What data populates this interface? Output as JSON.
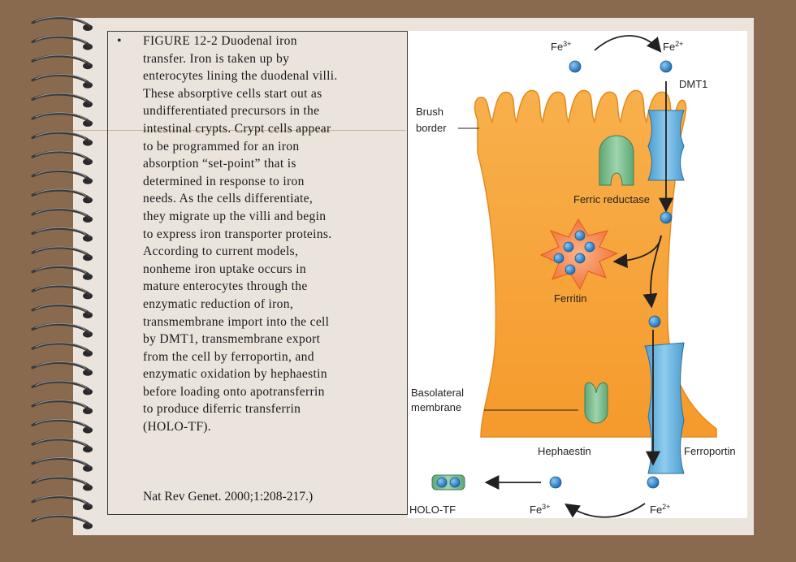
{
  "caption": {
    "bullet": "•",
    "lines": [
      "FIGURE 12-2 Duodenal iron",
      "transfer. Iron is taken up by",
      "enterocytes lining the duodenal villi.",
      "These absorptive cells start out as",
      "undifferentiated precursors in the",
      "intestinal crypts. Crypt cells appear",
      "to be programmed for an iron",
      "absorption “set-point” that is",
      "determined in response to iron",
      "needs. As the cells differentiate,",
      "they migrate up the villi and begin",
      "to express iron transporter proteins.",
      "According to current models,",
      "nonheme iron uptake occurs in",
      "mature enterocytes through the",
      "enzymatic reduction of iron,",
      "transmembrane import into the cell",
      "by DMT1, transmembrane export",
      "from the cell by ferroportin, and",
      "enzymatic oxidation by hephaestin",
      "before loading onto apotransferrin",
      "to produce diferric transferrin",
      "(HOLO-TF)."
    ],
    "citation": "Nat Rev Genet. 2000;1:208-217.)"
  },
  "diagram": {
    "labels": {
      "fe3_top": "Fe",
      "fe3_top_sup": "3+",
      "fe2_top": "Fe",
      "fe2_top_sup": "2+",
      "dmt1": "DMT1",
      "brush_border_1": "Brush",
      "brush_border_2": "border",
      "ferric_reductase": "Ferric reductase",
      "ferritin": "Ferritin",
      "basolateral_1": "Basolateral",
      "basolateral_2": "membrane",
      "hephaestin": "Hephaestin",
      "ferroportin": "Ferroportin",
      "holo_tf": "HOLO-TF",
      "fe3_bottom": "Fe",
      "fe3_bottom_sup": "3+",
      "fe2_bottom": "Fe",
      "fe2_bottom_sup": "2+"
    },
    "colors": {
      "cell_fill": "#f7a33b",
      "cell_stroke": "#e58a1f",
      "transporter_blue": "#6fb7e0",
      "enzyme_green": "#7fbf8e",
      "iron_ion": "#2f86d1",
      "ferritin_fill": "#f58a4a",
      "slide_brown": "#8a6a4f"
    }
  }
}
